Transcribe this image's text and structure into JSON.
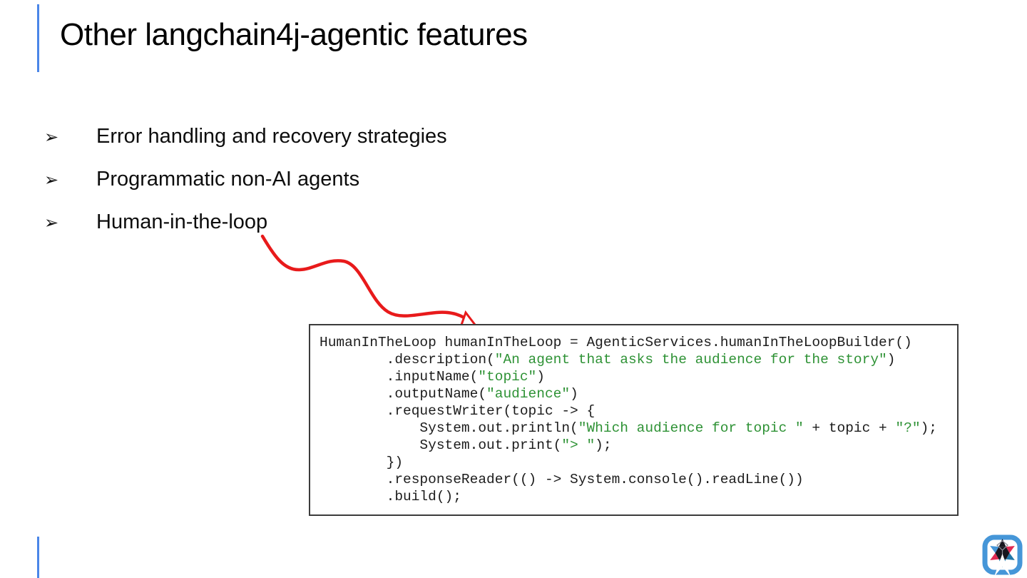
{
  "slide": {
    "title": "Other langchain4j-agentic features",
    "bullet_glyph": "➢",
    "bullets": [
      "Error handling and recovery strategies",
      "Programmatic non-AI agents",
      "Human-in-the-loop"
    ]
  },
  "code": {
    "lines": [
      [
        {
          "t": "HumanInTheLoop humanInTheLoop = AgenticServices.humanInTheLoopBuilder()",
          "c": "plain"
        }
      ],
      [
        {
          "t": "        .description(",
          "c": "plain"
        },
        {
          "t": "\"An agent that asks the audience for the story\"",
          "c": "string"
        },
        {
          "t": ")",
          "c": "plain"
        }
      ],
      [
        {
          "t": "        .inputName(",
          "c": "plain"
        },
        {
          "t": "\"topic\"",
          "c": "string"
        },
        {
          "t": ")",
          "c": "plain"
        }
      ],
      [
        {
          "t": "        .outputName(",
          "c": "plain"
        },
        {
          "t": "\"audience\"",
          "c": "string"
        },
        {
          "t": ")",
          "c": "plain"
        }
      ],
      [
        {
          "t": "        .requestWriter(topic -> {",
          "c": "plain"
        }
      ],
      [
        {
          "t": "            System.out.println(",
          "c": "plain"
        },
        {
          "t": "\"Which audience for topic \"",
          "c": "string"
        },
        {
          "t": " + topic + ",
          "c": "plain"
        },
        {
          "t": "\"?\"",
          "c": "string"
        },
        {
          "t": ");",
          "c": "plain"
        }
      ],
      [
        {
          "t": "            System.out.print(",
          "c": "plain"
        },
        {
          "t": "\"> \"",
          "c": "string"
        },
        {
          "t": ");",
          "c": "plain"
        }
      ],
      [
        {
          "t": "        })",
          "c": "plain"
        }
      ],
      [
        {
          "t": "        .responseReader(() -> System.console().readLine())",
          "c": "plain"
        }
      ],
      [
        {
          "t": "        .build();",
          "c": "plain"
        }
      ]
    ]
  },
  "colors": {
    "accent_blue": "#4a86e8",
    "arrow_red": "#e81a1b",
    "string_green": "#2e9235",
    "code_ink": "#1c1c1c",
    "box_border": "#3c3c3c",
    "title_ink": "#000000",
    "logo_blue": "#4596d8",
    "logo_red": "#e02a52",
    "logo_teal": "#2278a8",
    "logo_dark": "#16161e"
  }
}
